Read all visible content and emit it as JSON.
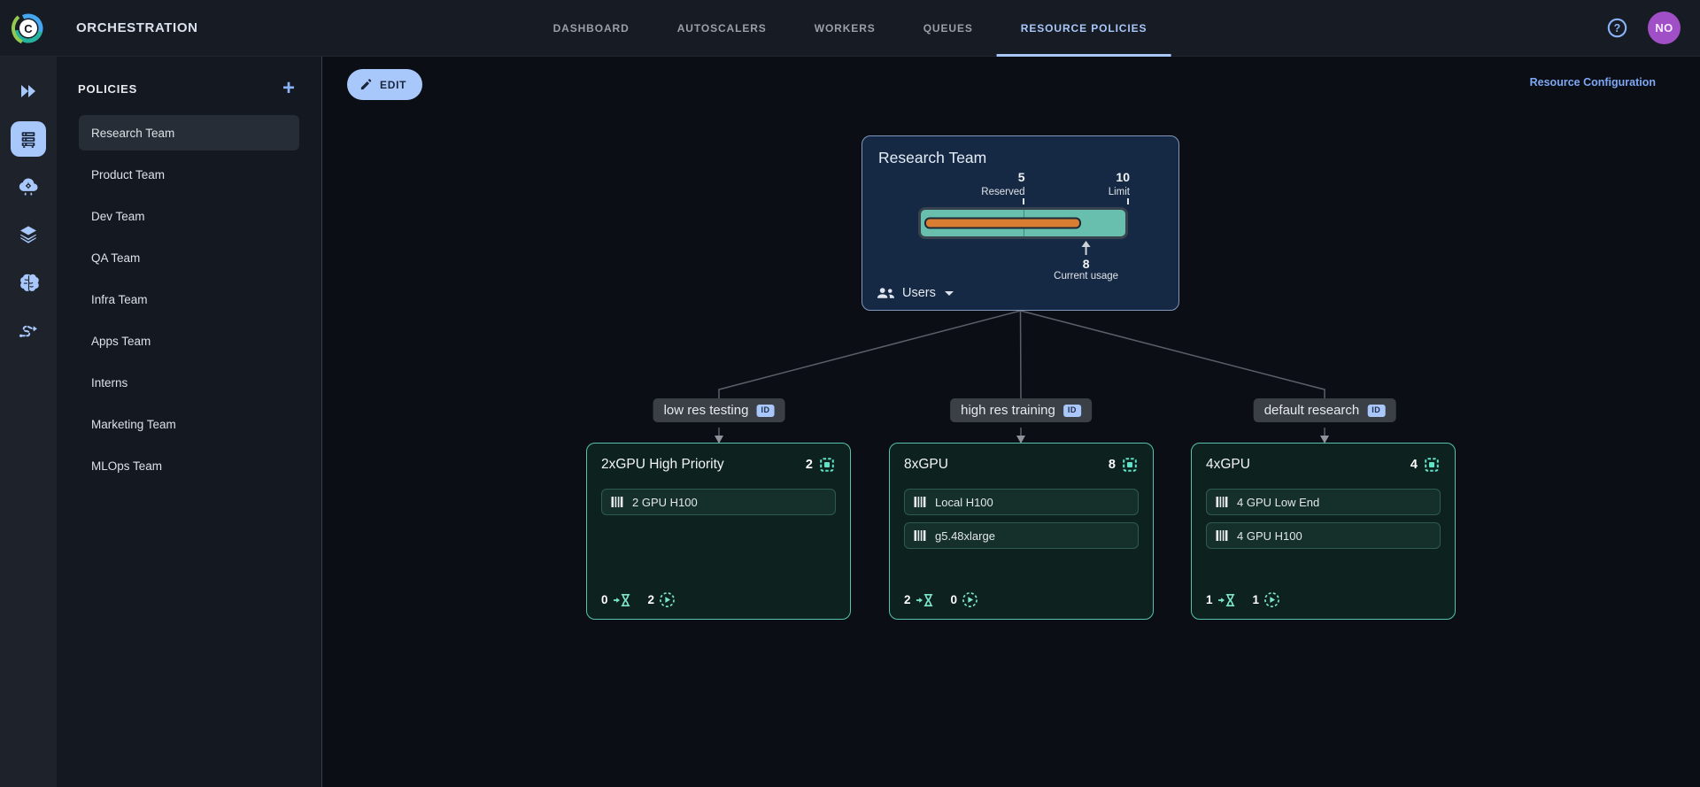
{
  "topbar": {
    "title": "ORCHESTRATION",
    "tabs": [
      {
        "label": "DASHBOARD"
      },
      {
        "label": "AUTOSCALERS"
      },
      {
        "label": "WORKERS"
      },
      {
        "label": "QUEUES"
      },
      {
        "label": "RESOURCE POLICIES"
      }
    ],
    "avatar_initials": "NO"
  },
  "rail": {
    "icons": [
      "fast-forward-icon",
      "server-rack-icon",
      "cloud-gear-icon",
      "layers-icon",
      "brain-icon",
      "pipeline-icon"
    ],
    "active": "server-rack-icon"
  },
  "policies": {
    "title": "POLICIES",
    "items": [
      {
        "label": "Research Team",
        "selected": true
      },
      {
        "label": "Product Team"
      },
      {
        "label": "Dev Team"
      },
      {
        "label": "QA Team"
      },
      {
        "label": "Infra Team"
      },
      {
        "label": "Apps Team"
      },
      {
        "label": "Interns"
      },
      {
        "label": "Marketing Team"
      },
      {
        "label": "MLOps Team"
      }
    ]
  },
  "toolbar": {
    "edit_label": "EDIT",
    "config_link": "Resource Configuration"
  },
  "root_node": {
    "title": "Research Team",
    "reserved_value": "5",
    "reserved_label": "Reserved",
    "limit_value": "10",
    "limit_label": "Limit",
    "usage_value": "8",
    "usage_label": "Current usage",
    "users_label": "Users",
    "bar": {
      "reserved": 5,
      "limit": 10,
      "usage": 8,
      "track_color": "#68bfae",
      "usage_color": "#d97d33"
    }
  },
  "groups": [
    {
      "name": "low res testing",
      "badge": "ID"
    },
    {
      "name": "high res training",
      "badge": "ID"
    },
    {
      "name": "default research",
      "badge": "ID"
    }
  ],
  "cards": [
    {
      "title": "2xGPU High Priority",
      "gpu_count": "2",
      "chips": [
        {
          "label": "2 GPU H100"
        }
      ],
      "pending": "0",
      "running": "2"
    },
    {
      "title": "8xGPU",
      "gpu_count": "8",
      "chips": [
        {
          "label": "Local H100"
        },
        {
          "label": "g5.48xlarge"
        }
      ],
      "pending": "2",
      "running": "0"
    },
    {
      "title": "4xGPU",
      "gpu_count": "4",
      "chips": [
        {
          "label": "4 GPU Low End"
        },
        {
          "label": "4 GPU H100"
        }
      ],
      "pending": "1",
      "running": "1"
    }
  ],
  "colors": {
    "accent": "#a8c7fa",
    "link_blue": "#8ab4f8",
    "teal_icon": "#6ce5cb",
    "card_border": "#57c3ac",
    "node_border": "#8396bd",
    "avatar": "#a14fc7",
    "bar_track": "#68bfae",
    "bar_usage": "#d97d33",
    "edge_line": "#5a6069"
  }
}
